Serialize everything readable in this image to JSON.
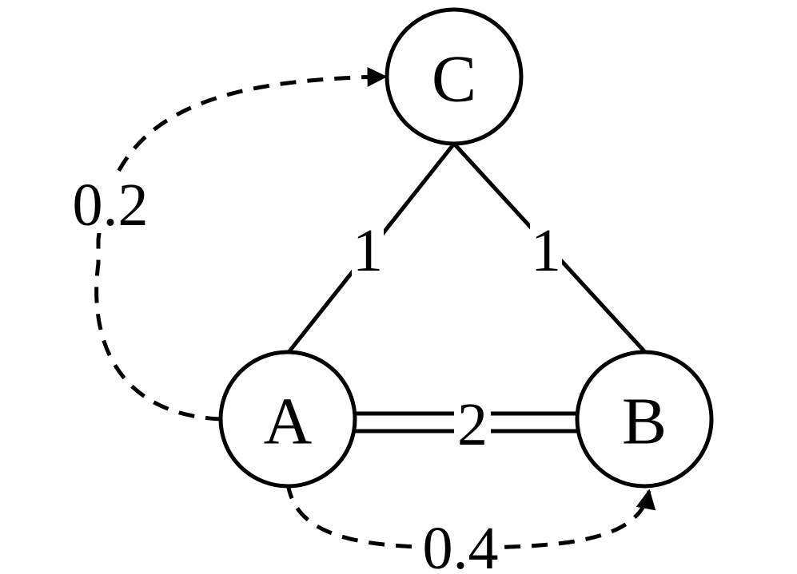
{
  "nodes": {
    "a": {
      "label": "A"
    },
    "b": {
      "label": "B"
    },
    "c": {
      "label": "C"
    }
  },
  "edges": {
    "ab": {
      "weight": "2",
      "style": "double-solid"
    },
    "ac": {
      "weight": "1",
      "style": "solid"
    },
    "bc": {
      "weight": "1",
      "style": "solid"
    },
    "a_to_c": {
      "weight": "0.2",
      "style": "dashed-arrow"
    },
    "a_to_b": {
      "weight": "0.4",
      "style": "dashed-arrow"
    }
  },
  "colors": {
    "stroke": "#000000",
    "background": "#ffffff"
  }
}
